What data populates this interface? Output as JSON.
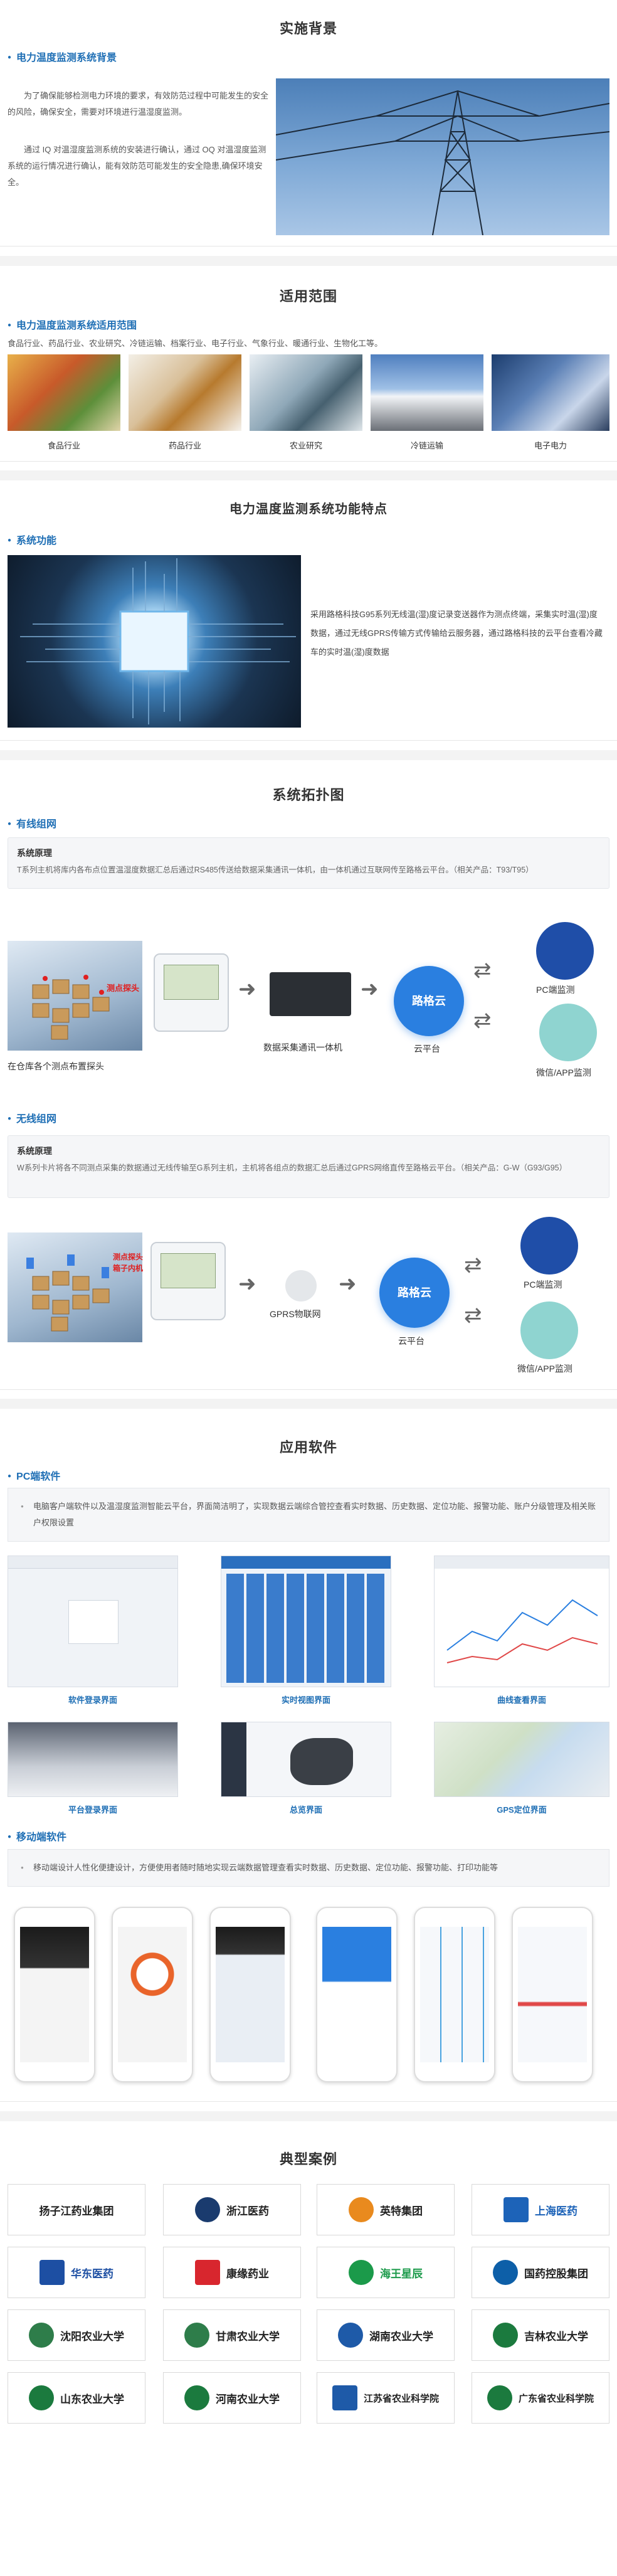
{
  "background": {
    "title": "实施背景",
    "subhead": "电力温度监测系统背景",
    "para1": "为了确保能够检测电力环境的要求，有效防范过程中可能发生的安全的风险，确保安全，需要对环境进行温湿度监测。",
    "para2": "通过 IQ 对温湿度监测系统的安装进行确认，通过 OQ 对温湿度监测系统的运行情况进行确认，能有效防范可能发生的安全隐患,确保环境安全。"
  },
  "scope": {
    "title": "适用范围",
    "subhead": "电力温度监测系统适用范围",
    "list": "食品行业、药品行业、农业研究、冷链运输、档案行业、电子行业、气象行业、暖通行业、生物化工等。",
    "items": [
      {
        "label": "食品行业"
      },
      {
        "label": "药品行业"
      },
      {
        "label": "农业研究"
      },
      {
        "label": "冷链运输"
      },
      {
        "label": "电子电力"
      }
    ]
  },
  "features": {
    "title": "电力温度监测系统功能特点",
    "subhead": "系统功能",
    "text": "采用路格科技G95系列无线温(湿)度记录变送器作为测点终端，采集实时温(湿)度数据，通过无线GPRS传输方式传输给云服务器，通过路格科技的云平台查看冷藏车的实时温(湿)度数据"
  },
  "topology": {
    "title": "系统拓扑图",
    "wired": {
      "subhead": "有线组网",
      "box_title": "系统原理",
      "box_text": "T系列主机将库内各布点位置温湿度数据汇总后通过RS485传送给数据采集通讯一体机，由一体机通过互联网传至路格云平台。（相关产品：T93/T95）",
      "probe_label": "测点探头",
      "warehouse_label": "在仓库各个测点布置探头",
      "collector_label": "数据采集通讯一体机",
      "cloud_name": "路格云",
      "cloud_label": "云平台",
      "pc_label": "PC端监测",
      "app_label": "微信/APP监测"
    },
    "wireless": {
      "subhead": "无线组网",
      "box_title": "系统原理",
      "box_text": "W系列卡片将各不同测点采集的数据通过无线传输至G系列主机，主机将各组点的数据汇总后通过GPRS网络直传至路格云平台。（相关产品：G-W（G93/G95）",
      "probe_label": "测点探头",
      "host_label": "箱子内机",
      "gprs_label": "GPRS物联网",
      "cloud_name": "路格云",
      "cloud_label": "云平台",
      "pc_label": "PC端监测",
      "app_label": "微信/APP监测"
    }
  },
  "software": {
    "title": "应用软件",
    "pc_subhead": "PC端软件",
    "pc_text": "电脑客户端软件以及温湿度监测智能云平台，界面简洁明了，实现数据云端综合管控查看实时数据、历史数据、定位功能、报警功能、账户分级管理及相关账户权限设置",
    "pc_shots": [
      {
        "label": "软件登录界面"
      },
      {
        "label": "实时视图界面"
      },
      {
        "label": "曲线查看界面"
      },
      {
        "label": "平台登录界面"
      },
      {
        "label": "总览界面"
      },
      {
        "label": "GPS定位界面"
      }
    ],
    "mobile_subhead": "移动端软件",
    "mobile_text": "移动端设计人性化便捷设计，方便使用者随时随地实现云端数据管理查看实时数据、历史数据、定位功能、报警功能、打印功能等"
  },
  "cases": {
    "title": "典型案例",
    "logos": [
      {
        "name": "扬子江药业集团"
      },
      {
        "name": "浙江医药"
      },
      {
        "name": "英特集团"
      },
      {
        "name": "上海医药"
      },
      {
        "name": "华东医药"
      },
      {
        "name": "康缘药业"
      },
      {
        "name": "海王星辰"
      },
      {
        "name": "国药控股集团"
      },
      {
        "name": "沈阳农业大学"
      },
      {
        "name": "甘肃农业大学"
      },
      {
        "name": "湖南农业大学"
      },
      {
        "name": "吉林农业大学"
      },
      {
        "name": "山东农业大学"
      },
      {
        "name": "河南农业大学"
      },
      {
        "name": "江苏省农业科学院"
      },
      {
        "name": "广东省农业科学院"
      }
    ]
  },
  "colors": {
    "accent": "#1f6fb5",
    "cloud": "#2a7fe0"
  }
}
